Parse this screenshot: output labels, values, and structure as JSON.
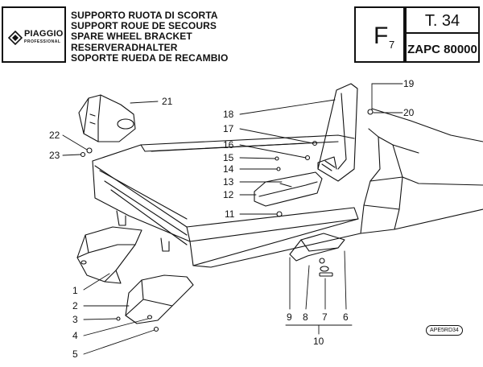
{
  "header": {
    "brand": "PIAGGIO",
    "brand_sub": "PROFESSIONAL",
    "titles": [
      "SUPPORTO RUOTA DI SCORTA",
      "SUPPORT ROUE DE SECOURS",
      "SPARE WHEEL BRACKET",
      "RESERVERADHALTER",
      "SOPORTE RUEDA DE RECAMBIO"
    ],
    "section": "F",
    "section_sub": "7",
    "table": "T. 34",
    "model": "ZAPC 80000"
  },
  "diagram": {
    "callouts": [
      "1",
      "2",
      "3",
      "4",
      "5",
      "7",
      "8",
      "9",
      "10",
      "11",
      "12",
      "13",
      "14",
      "15",
      "16",
      "17",
      "18",
      "19",
      "20",
      "21",
      "22",
      "23"
    ],
    "reference_code": "APE5RD34"
  }
}
